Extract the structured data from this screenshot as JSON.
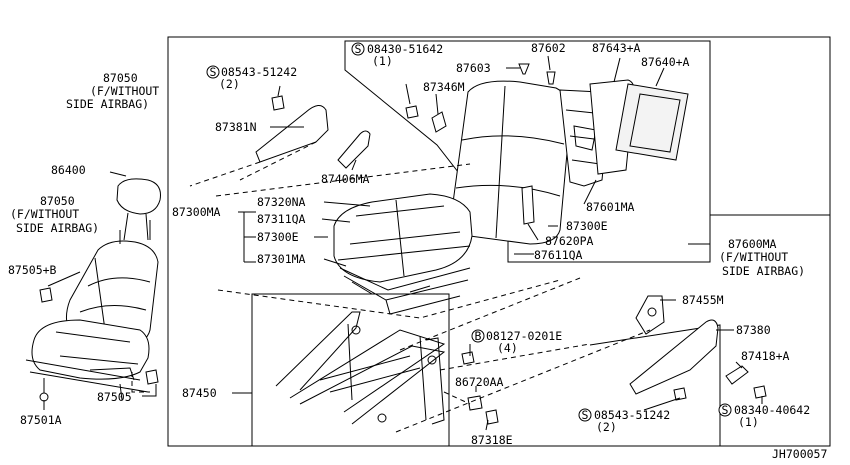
{
  "labels": {
    "p87050_top": "87050",
    "fwithout_top": "(F/WITHOUT",
    "sideairbag_top": "SIDE AIRBAG)",
    "p08543_top": "08543-51242",
    "p08543_top_qty": "(2)",
    "p87381n": "87381N",
    "p08430": "08430-51642",
    "p08430_qty": "(1)",
    "p87603": "87603",
    "p87602": "87602",
    "p87643a": "87643+A",
    "p87640a": "87640+A",
    "p87346m": "87346M",
    "p87406ma": "87406MA",
    "p86400": "86400",
    "p87050_left": "87050",
    "fwithout_left": "(F/WITHOUT",
    "sideairbag_left": "SIDE AIRBAG)",
    "p87300ma": "87300MA",
    "p87320na": "87320NA",
    "p87311qa": "87311QA",
    "p87300e_left": "87300E",
    "p87301ma": "87301MA",
    "p87601ma": "87601MA",
    "p87300e_right": "87300E",
    "p87620pa": "87620PA",
    "p87611qa": "87611QA",
    "p87600ma": "87600MA",
    "fwithout_right": "(F/WITHOUT",
    "sideairbag_right": "SIDE AIRBAG)",
    "p87505b": "87505+B",
    "p87455m": "87455M",
    "p87380": "87380",
    "p08127": "08127-0201E",
    "p08127_qty": "(4)",
    "p87418a": "87418+A",
    "p86720aa": "86720AA",
    "p87450": "87450",
    "p87505": "87505",
    "p87501a": "87501A",
    "p08543_bot": "08543-51242",
    "p08543_bot_qty": "(2)",
    "p08340": "08340-40642",
    "p08340_qty": "(1)",
    "p87318e": "87318E",
    "diagram_code": "JH700057"
  },
  "symbols": {
    "screw_mark": "S",
    "bolt_mark": "B"
  }
}
